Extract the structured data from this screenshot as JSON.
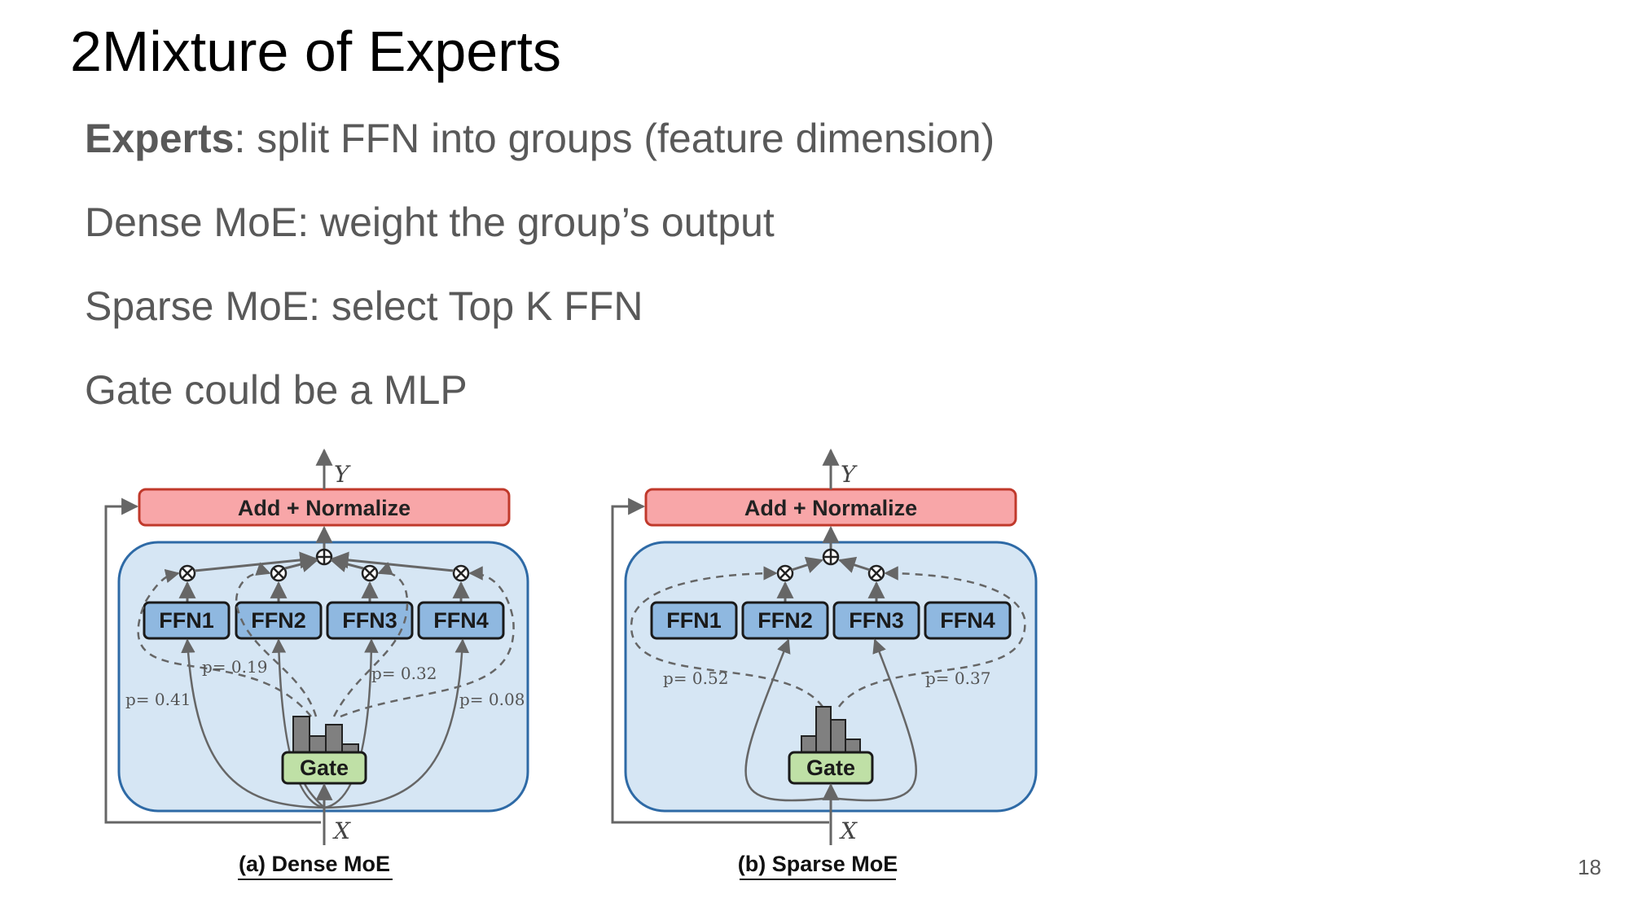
{
  "slide": {
    "title": "2Mixture of Experts",
    "bullets": [
      {
        "bold": "Experts",
        "text": ": split FFN into groups (feature dimension)"
      },
      {
        "bold": "",
        "text": "Dense MoE: weight the group’s output"
      },
      {
        "bold": "",
        "text": "Sparse MoE: select Top K FFN"
      },
      {
        "bold": "",
        "text": "Gate could be a MLP"
      }
    ],
    "page_number": "18"
  },
  "figure": {
    "colors": {
      "panel_fill": "#d6e6f4",
      "panel_stroke": "#2e6aa6",
      "ffn_fill": "#8fb8e0",
      "norm_fill": "#f8a6a8",
      "norm_stroke": "#c0392b",
      "gate_fill": "#bfe0a6",
      "bar_fill": "#808080",
      "line": "#666666"
    },
    "dense": {
      "caption": "(a) Dense MoE",
      "norm_label": "Add + Normalize",
      "gate_label": "Gate",
      "output_label": "Y",
      "input_label": "X",
      "experts": [
        "FFN1",
        "FFN2",
        "FFN3",
        "FFN4"
      ],
      "probs": [
        "p= 0.41",
        "p= 0.19",
        "p= 0.32",
        "p= 0.08"
      ]
    },
    "sparse": {
      "caption": "(b) Sparse MoE",
      "norm_label": "Add + Normalize",
      "gate_label": "Gate",
      "output_label": "Y",
      "input_label": "X",
      "experts": [
        "FFN1",
        "FFN2",
        "FFN3",
        "FFN4"
      ],
      "probs": [
        "p= 0.52",
        "p= 0.37"
      ]
    }
  }
}
